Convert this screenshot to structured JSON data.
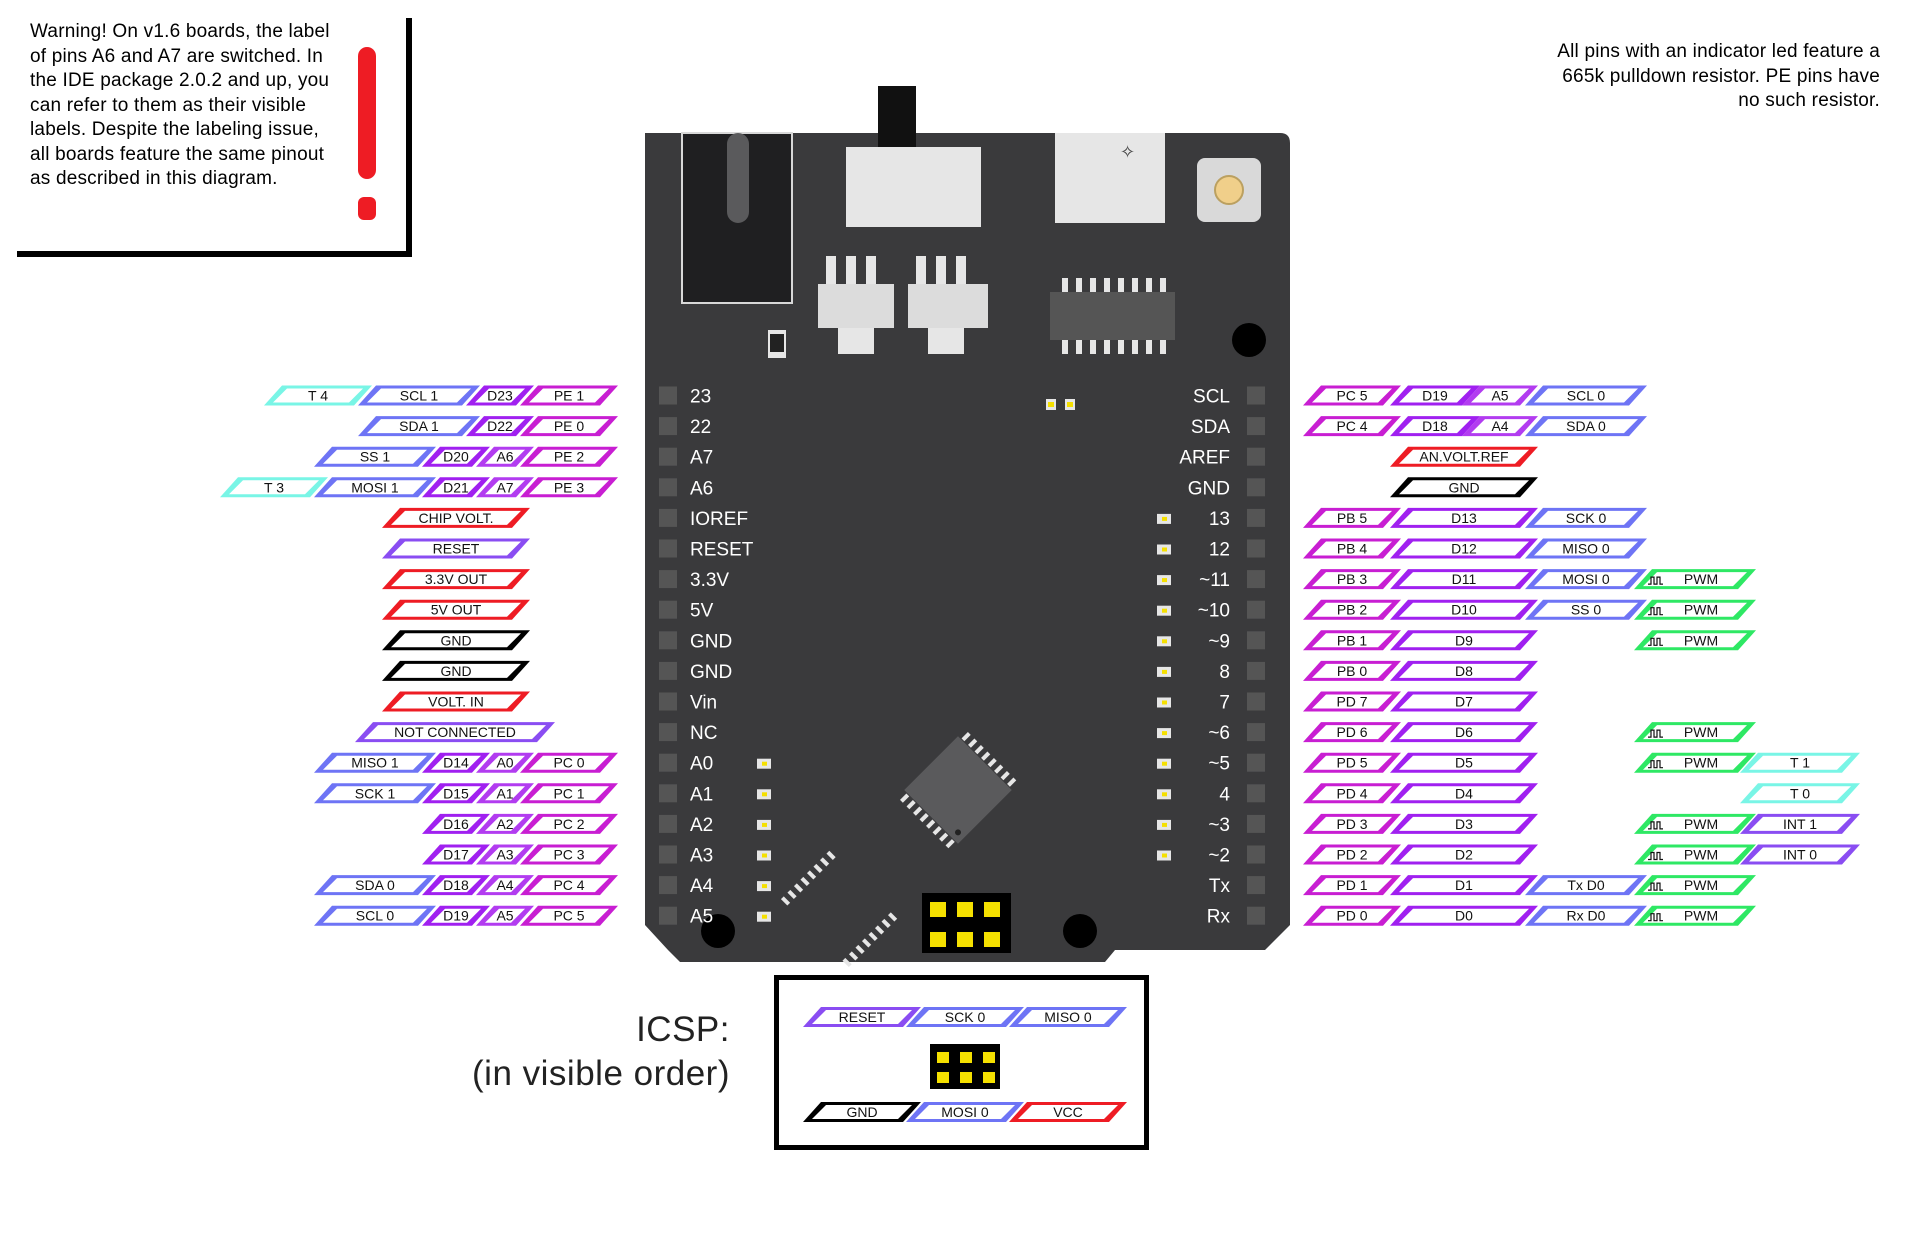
{
  "warning_note": "Warning! On v1.6 boards, the label of pins A6 and A7 are switched. In the IDE package 2.0.2 and up, you can refer to them as their visible labels. Despite the labeling issue, all boards feature the same pinout as described in this diagram.",
  "pulldown_note": "All pins with an indicator led feature a 665k pulldown resistor. PE pins have no such resistor.",
  "icsp_title_line1": "ICSP:",
  "icsp_title_line2": "(in visible order)",
  "colors": {
    "board": "#3a3a3c",
    "timer": "#79f5e6",
    "serial": "#6e74f5",
    "digital": "#a020f0",
    "analog": "#b23cf0",
    "port": "#c81ed2",
    "power": "#ee1c24",
    "ground": "#000000",
    "pwm": "#2ee864",
    "control": "#8a4df2",
    "connector": "#f5e000"
  },
  "board_left_pins": [
    "23",
    "22",
    "A7",
    "A6",
    "IOREF",
    "RESET",
    "3.3V",
    "5V",
    "GND",
    "GND",
    "Vin",
    "NC",
    "A0",
    "A1",
    "A2",
    "A3",
    "A4",
    "A5"
  ],
  "board_right_pins": [
    "SCL",
    "SDA",
    "AREF",
    "GND",
    "13",
    "12",
    "~11",
    "~10",
    "~9",
    "8",
    "7",
    "~6",
    "~5",
    "4",
    "~3",
    "~2",
    "Tx",
    "Rx"
  ],
  "left_rows": [
    [
      {
        "text": "T 4",
        "type": "timer"
      },
      {
        "text": "SCL 1",
        "type": "serial"
      },
      {
        "text": "D23",
        "type": "digital"
      },
      {
        "text": "PE 1",
        "type": "port"
      }
    ],
    [
      {
        "text": "SDA 1",
        "type": "serial"
      },
      {
        "text": "D22",
        "type": "digital"
      },
      {
        "text": "PE 0",
        "type": "port"
      }
    ],
    [
      {
        "text": "SS 1",
        "type": "serial"
      },
      {
        "text": "D20",
        "type": "digital"
      },
      {
        "text": "A6",
        "type": "analog"
      },
      {
        "text": "PE 2",
        "type": "port"
      }
    ],
    [
      {
        "text": "T 3",
        "type": "timer"
      },
      {
        "text": "MOSI 1",
        "type": "serial"
      },
      {
        "text": "D21",
        "type": "digital"
      },
      {
        "text": "A7",
        "type": "analog"
      },
      {
        "text": "PE 3",
        "type": "port"
      }
    ],
    [
      {
        "text": "CHIP VOLT.",
        "type": "power"
      }
    ],
    [
      {
        "text": "RESET",
        "type": "control"
      }
    ],
    [
      {
        "text": "3.3V OUT",
        "type": "power"
      }
    ],
    [
      {
        "text": "5V OUT",
        "type": "power"
      }
    ],
    [
      {
        "text": "GND",
        "type": "ground"
      }
    ],
    [
      {
        "text": "GND",
        "type": "ground"
      }
    ],
    [
      {
        "text": "VOLT. IN",
        "type": "power"
      }
    ],
    [
      {
        "text": "NOT CONNECTED",
        "type": "control"
      }
    ],
    [
      {
        "text": "MISO 1",
        "type": "serial"
      },
      {
        "text": "D14",
        "type": "digital"
      },
      {
        "text": "A0",
        "type": "analog"
      },
      {
        "text": "PC 0",
        "type": "port"
      }
    ],
    [
      {
        "text": "SCK 1",
        "type": "serial"
      },
      {
        "text": "D15",
        "type": "digital"
      },
      {
        "text": "A1",
        "type": "analog"
      },
      {
        "text": "PC 1",
        "type": "port"
      }
    ],
    [
      {
        "text": "D16",
        "type": "digital"
      },
      {
        "text": "A2",
        "type": "analog"
      },
      {
        "text": "PC 2",
        "type": "port"
      }
    ],
    [
      {
        "text": "D17",
        "type": "digital"
      },
      {
        "text": "A3",
        "type": "analog"
      },
      {
        "text": "PC 3",
        "type": "port"
      }
    ],
    [
      {
        "text": "SDA 0",
        "type": "serial"
      },
      {
        "text": "D18",
        "type": "digital"
      },
      {
        "text": "A4",
        "type": "analog"
      },
      {
        "text": "PC 4",
        "type": "port"
      }
    ],
    [
      {
        "text": "SCL 0",
        "type": "serial"
      },
      {
        "text": "D19",
        "type": "digital"
      },
      {
        "text": "A5",
        "type": "analog"
      },
      {
        "text": "PC 5",
        "type": "port"
      }
    ]
  ],
  "right_rows": [
    [
      {
        "text": "PC 5",
        "type": "port"
      },
      {
        "text": "D19",
        "type": "digital"
      },
      {
        "text": "A5",
        "type": "analog"
      },
      {
        "text": "SCL 0",
        "type": "serial"
      }
    ],
    [
      {
        "text": "PC 4",
        "type": "port"
      },
      {
        "text": "D18",
        "type": "digital"
      },
      {
        "text": "A4",
        "type": "analog"
      },
      {
        "text": "SDA 0",
        "type": "serial"
      }
    ],
    [
      {
        "text": "AN.VOLT.REF",
        "type": "power"
      }
    ],
    [
      {
        "text": "GND",
        "type": "ground"
      }
    ],
    [
      {
        "text": "PB 5",
        "type": "port"
      },
      {
        "text": "D13",
        "type": "digital"
      },
      {
        "text": "SCK 0",
        "type": "serial"
      }
    ],
    [
      {
        "text": "PB 4",
        "type": "port"
      },
      {
        "text": "D12",
        "type": "digital"
      },
      {
        "text": "MISO 0",
        "type": "serial"
      }
    ],
    [
      {
        "text": "PB 3",
        "type": "port"
      },
      {
        "text": "D11",
        "type": "digital"
      },
      {
        "text": "MOSI 0",
        "type": "serial"
      },
      {
        "text": "PWM",
        "type": "pwm"
      }
    ],
    [
      {
        "text": "PB 2",
        "type": "port"
      },
      {
        "text": "D10",
        "type": "digital"
      },
      {
        "text": "SS 0",
        "type": "serial"
      },
      {
        "text": "PWM",
        "type": "pwm"
      }
    ],
    [
      {
        "text": "PB 1",
        "type": "port"
      },
      {
        "text": "D9",
        "type": "digital"
      },
      {
        "text": "PWM",
        "type": "pwm"
      }
    ],
    [
      {
        "text": "PB 0",
        "type": "port"
      },
      {
        "text": "D8",
        "type": "digital"
      }
    ],
    [
      {
        "text": "PD 7",
        "type": "port"
      },
      {
        "text": "D7",
        "type": "digital"
      }
    ],
    [
      {
        "text": "PD 6",
        "type": "port"
      },
      {
        "text": "D6",
        "type": "digital"
      },
      {
        "text": "PWM",
        "type": "pwm"
      }
    ],
    [
      {
        "text": "PD 5",
        "type": "port"
      },
      {
        "text": "D5",
        "type": "digital"
      },
      {
        "text": "PWM",
        "type": "pwm"
      },
      {
        "text": "T 1",
        "type": "timer"
      }
    ],
    [
      {
        "text": "PD 4",
        "type": "port"
      },
      {
        "text": "D4",
        "type": "digital"
      },
      {
        "text": "T 0",
        "type": "timer"
      }
    ],
    [
      {
        "text": "PD 3",
        "type": "port"
      },
      {
        "text": "D3",
        "type": "digital"
      },
      {
        "text": "PWM",
        "type": "pwm"
      },
      {
        "text": "INT 1",
        "type": "control"
      }
    ],
    [
      {
        "text": "PD 2",
        "type": "port"
      },
      {
        "text": "D2",
        "type": "digital"
      },
      {
        "text": "PWM",
        "type": "pwm"
      },
      {
        "text": "INT 0",
        "type": "control"
      }
    ],
    [
      {
        "text": "PD 1",
        "type": "port"
      },
      {
        "text": "D1",
        "type": "digital"
      },
      {
        "text": "Tx D0",
        "type": "serial"
      },
      {
        "text": "PWM",
        "type": "pwm"
      }
    ],
    [
      {
        "text": "PD 0",
        "type": "port"
      },
      {
        "text": "D0",
        "type": "digital"
      },
      {
        "text": "Rx D0",
        "type": "serial"
      },
      {
        "text": "PWM",
        "type": "pwm"
      }
    ]
  ],
  "icsp_top": [
    {
      "text": "RESET",
      "type": "control"
    },
    {
      "text": "SCK 0",
      "type": "serial"
    },
    {
      "text": "MISO 0",
      "type": "serial"
    }
  ],
  "icsp_bottom": [
    {
      "text": "GND",
      "type": "ground"
    },
    {
      "text": "MOSI 0",
      "type": "serial"
    },
    {
      "text": "VCC",
      "type": "power"
    }
  ]
}
